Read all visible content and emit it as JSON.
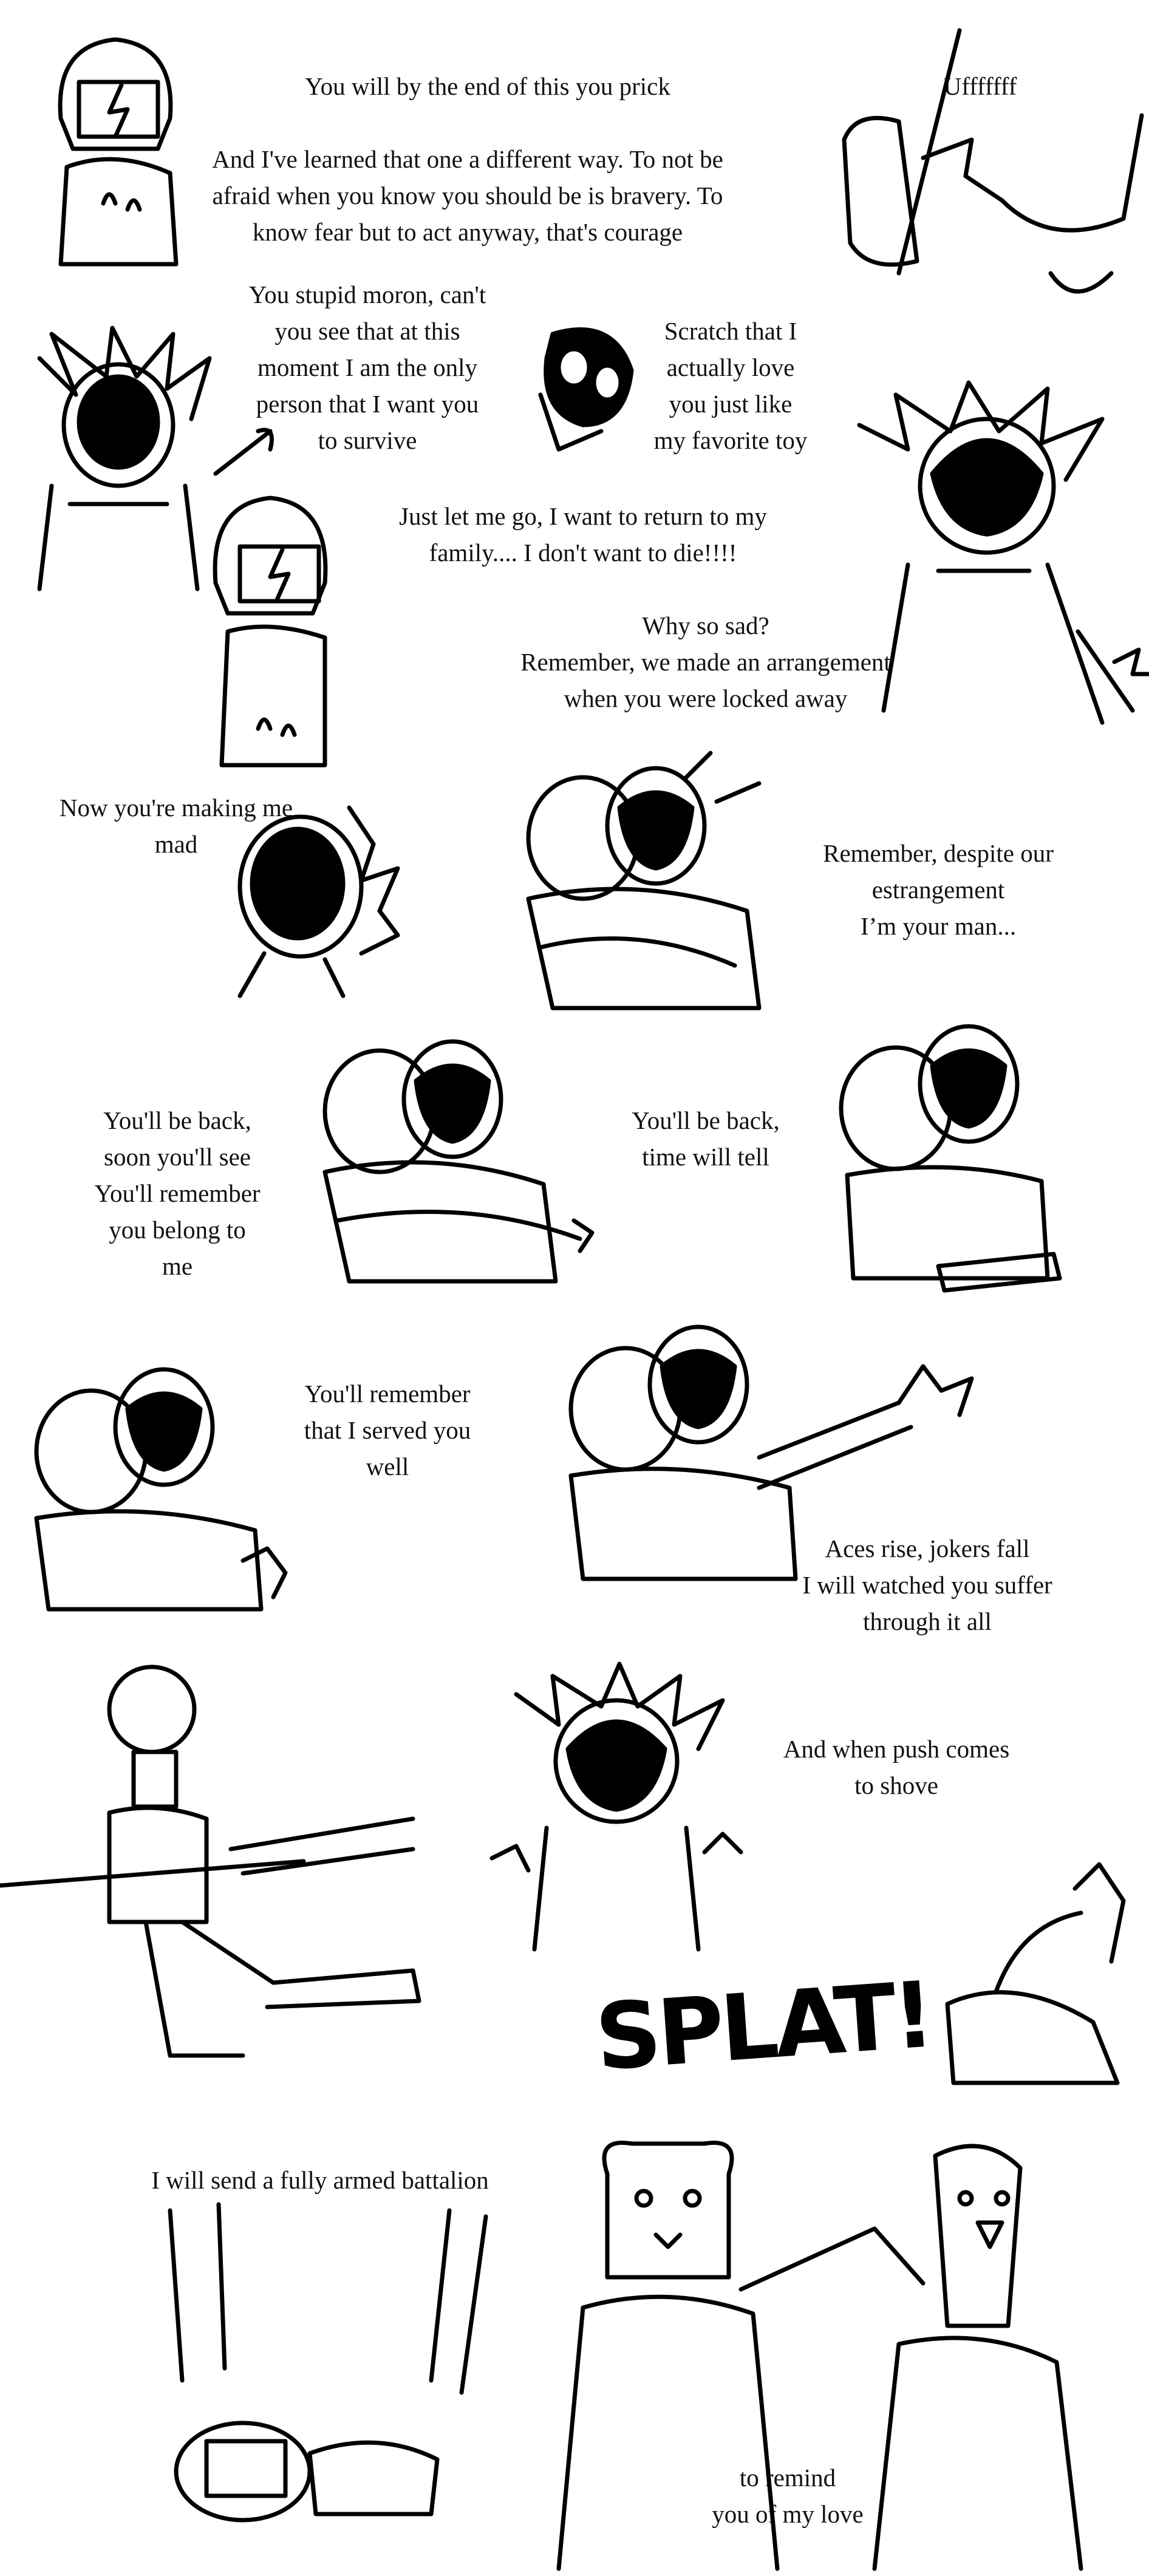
{
  "captions": {
    "c1": [
      "You will by the end of this you prick"
    ],
    "c2": [
      "Ufffffff"
    ],
    "c3": [
      "And I've learned that one a different way. To not be",
      "afraid when you know you should be is bravery. To",
      "know fear but to act anyway, that's courage"
    ],
    "c4": [
      "You stupid moron, can't",
      "you see that at this",
      "moment I am the only",
      "person that I want you",
      "to survive"
    ],
    "c5": [
      "Scratch that I",
      "actually love",
      "you just like",
      "my favorite toy"
    ],
    "c6": [
      "Just let me go, I want to return to my",
      "family.... I don't want to die!!!!"
    ],
    "c7": [
      "Why so sad?",
      "Remember, we made an arrangement",
      "when you were locked away"
    ],
    "c8": [
      "Now you're making me",
      "mad"
    ],
    "c9": [
      "Remember, despite our",
      "estrangement",
      "I’m your man..."
    ],
    "c10": [
      "You'll be back,",
      "soon you'll see",
      "You'll remember",
      "you belong to",
      "me"
    ],
    "c11": [
      "You'll be back,",
      "time will tell"
    ],
    "c12": [
      "You'll remember",
      "that I served you",
      "well"
    ],
    "c13": [
      "Aces rise, jokers fall",
      "I will watched you suffer",
      "through it all"
    ],
    "c14": [
      "And when push comes",
      "to shove"
    ],
    "c15": [
      "I will send a fully armed battalion"
    ],
    "c16": [
      "to remind",
      "you of my love"
    ]
  },
  "sound_effect": "SPLAT!"
}
